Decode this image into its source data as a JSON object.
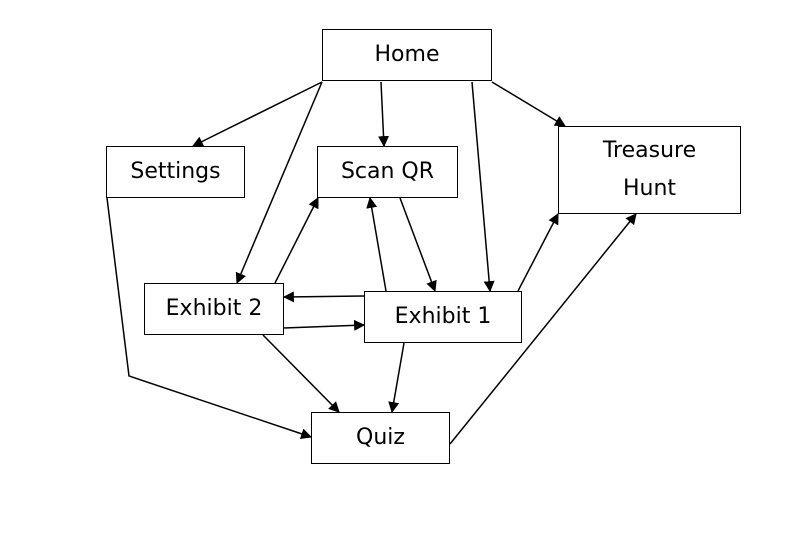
{
  "nodes": {
    "home": "Home",
    "settings": "Settings",
    "scan_qr": "Scan QR",
    "treasure_hunt": "Treasure\nHunt",
    "exhibit_2": "Exhibit 2",
    "exhibit_1": "Exhibit 1",
    "quiz": "Quiz"
  },
  "edges": [
    {
      "from": "Home",
      "to": "Settings"
    },
    {
      "from": "Home",
      "to": "Scan QR"
    },
    {
      "from": "Home",
      "to": "Treasure Hunt"
    },
    {
      "from": "Home",
      "to": "Exhibit 2"
    },
    {
      "from": "Home",
      "to": "Exhibit 1"
    },
    {
      "from": "Settings",
      "to": "Quiz"
    },
    {
      "from": "Scan QR",
      "to": "Exhibit 1"
    },
    {
      "from": "Exhibit 1",
      "to": "Scan QR"
    },
    {
      "from": "Exhibit 2",
      "to": "Scan QR"
    },
    {
      "from": "Exhibit 1",
      "to": "Exhibit 2"
    },
    {
      "from": "Exhibit 2",
      "to": "Exhibit 1"
    },
    {
      "from": "Exhibit 1",
      "to": "Treasure Hunt"
    },
    {
      "from": "Exhibit 2",
      "to": "Quiz"
    },
    {
      "from": "Exhibit 1",
      "to": "Quiz"
    },
    {
      "from": "Quiz",
      "to": "Treasure Hunt"
    }
  ],
  "colors": {
    "line": "#000000",
    "background": "#ffffff"
  }
}
